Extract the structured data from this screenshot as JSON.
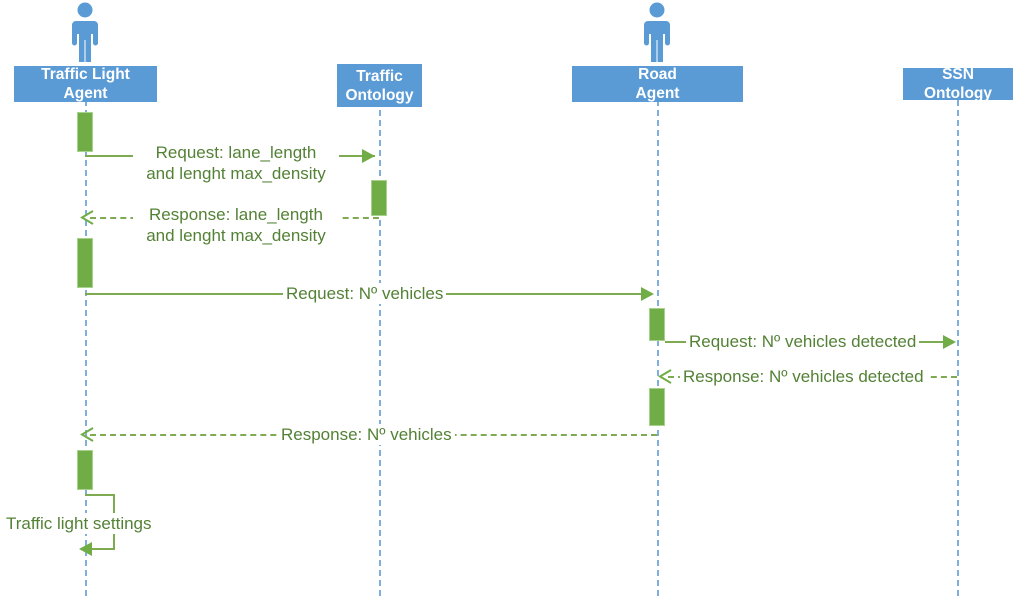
{
  "diagram": {
    "title": "Traffic light agent sequence diagram",
    "type": "uml-sequence-diagram",
    "colors": {
      "participant_fill": "#5B9BD5",
      "participant_text": "#FFFFFF",
      "lifeline": "#7FAEDB",
      "activation_fill": "#70AD47",
      "activation_border": "#A9D18E",
      "message_line": "#7EAB52",
      "message_text": "#538135",
      "background": "#FFFFFF"
    }
  },
  "participants": [
    {
      "id": "traffic-light-agent",
      "label_line1": "Traffic Light",
      "label_line2": "Agent",
      "has_actor_icon": true
    },
    {
      "id": "traffic-ontology",
      "label_line1": "Traffic",
      "label_line2": "Ontology",
      "has_actor_icon": false
    },
    {
      "id": "road-agent",
      "label_line1": "Road",
      "label_line2": "Agent",
      "has_actor_icon": true
    },
    {
      "id": "ssn-ontology",
      "label_line1": "SSN",
      "label_line2": "Ontology",
      "has_actor_icon": false
    }
  ],
  "messages": [
    {
      "id": "msg-request-lane-length",
      "from": "traffic-light-agent",
      "to": "traffic-ontology",
      "style": "solid",
      "arrow": "filled",
      "direction": "right",
      "label_line1": "Request: lane_length",
      "label_line2": "and lenght max_density"
    },
    {
      "id": "msg-response-lane-length",
      "from": "traffic-ontology",
      "to": "traffic-light-agent",
      "style": "dashed",
      "arrow": "open",
      "direction": "left",
      "label_line1": "Response: lane_length",
      "label_line2": "and lenght max_density"
    },
    {
      "id": "msg-request-vehicles",
      "from": "traffic-light-agent",
      "to": "road-agent",
      "style": "solid",
      "arrow": "filled",
      "direction": "right",
      "label_line1": "Request: Nº vehicles",
      "label_line2": ""
    },
    {
      "id": "msg-request-vehicles-detected",
      "from": "road-agent",
      "to": "ssn-ontology",
      "style": "solid",
      "arrow": "filled",
      "direction": "right",
      "label_line1": "Request: Nº vehicles detected",
      "label_line2": ""
    },
    {
      "id": "msg-response-vehicles-detected",
      "from": "ssn-ontology",
      "to": "road-agent",
      "style": "dashed",
      "arrow": "open",
      "direction": "left",
      "label_line1": "Response: Nº vehicles detected",
      "label_line2": ""
    },
    {
      "id": "msg-response-vehicles",
      "from": "road-agent",
      "to": "traffic-light-agent",
      "style": "dashed",
      "arrow": "open",
      "direction": "left",
      "label_line1": "Response: Nº vehicles",
      "label_line2": ""
    },
    {
      "id": "msg-traffic-light-settings",
      "from": "traffic-light-agent",
      "to": "traffic-light-agent",
      "style": "solid",
      "arrow": "filled",
      "direction": "self",
      "label_line1": "Traffic light settings",
      "label_line2": ""
    }
  ]
}
